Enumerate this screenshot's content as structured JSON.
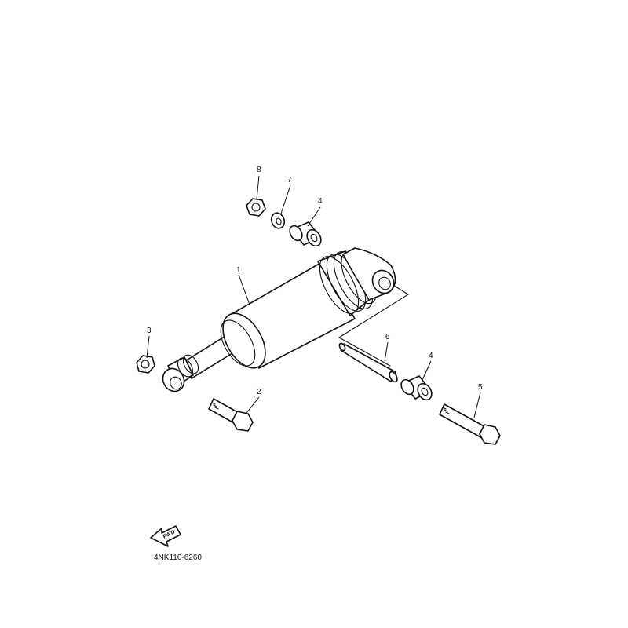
{
  "diagram": {
    "callouts": [
      {
        "id": "c8",
        "number": "8"
      },
      {
        "id": "c7",
        "number": "7"
      },
      {
        "id": "c4a",
        "number": "4"
      },
      {
        "id": "c1",
        "number": "1"
      },
      {
        "id": "c3",
        "number": "3"
      },
      {
        "id": "c2",
        "number": "2"
      },
      {
        "id": "c6",
        "number": "6"
      },
      {
        "id": "c4b",
        "number": "4"
      },
      {
        "id": "c5",
        "number": "5"
      }
    ],
    "forward_indicator": "FWD",
    "diagram_code": "4NK110-6260"
  }
}
